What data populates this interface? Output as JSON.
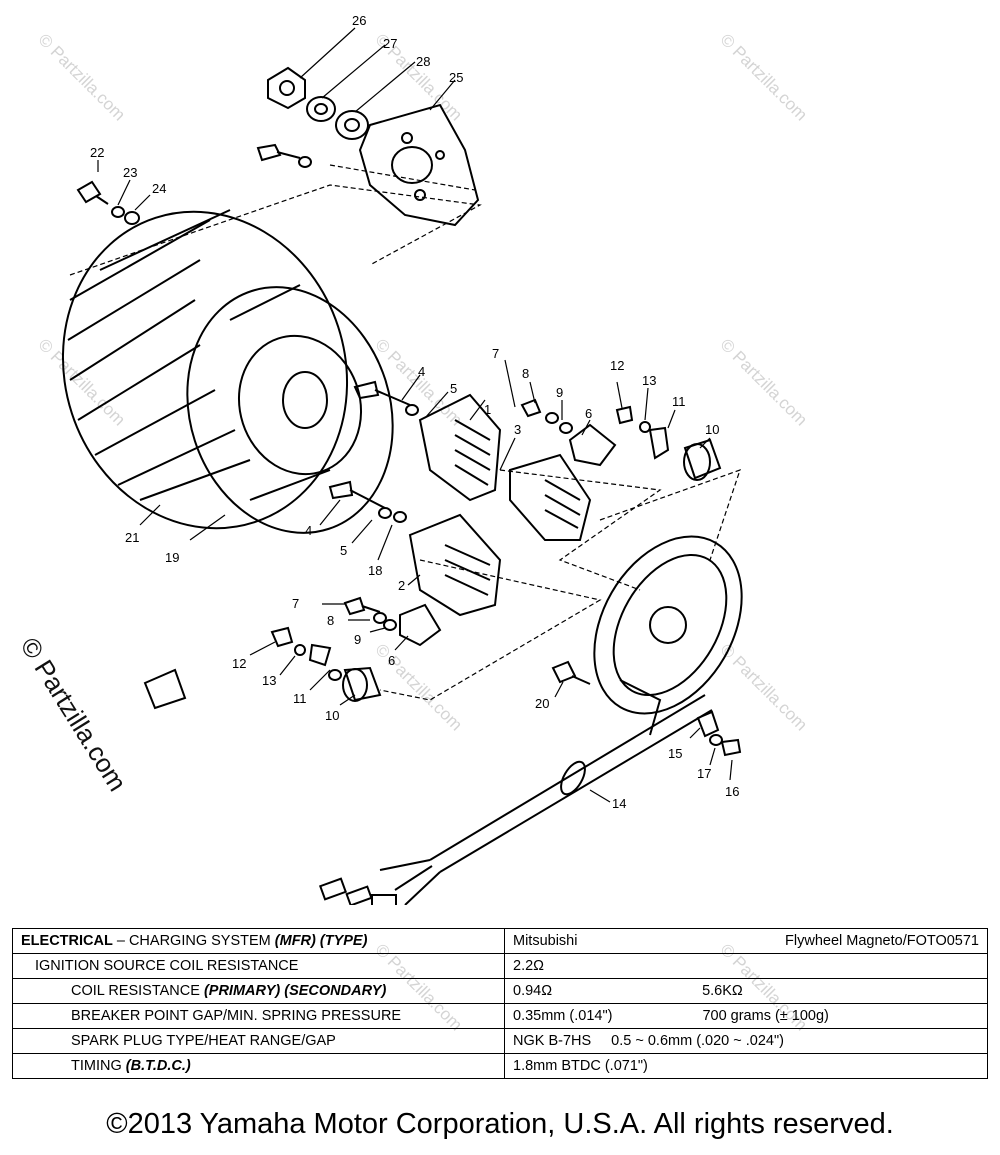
{
  "watermark": "© Partzilla.com",
  "callouts": {
    "c1": "1",
    "c2": "2",
    "c3": "3",
    "c4a": "4",
    "c4b": "4",
    "c5a": "5",
    "c5b": "5",
    "c6a": "6",
    "c6b": "6",
    "c7a": "7",
    "c7b": "7",
    "c8a": "8",
    "c8b": "8",
    "c9a": "9",
    "c9b": "9",
    "c10a": "10",
    "c10b": "10",
    "c11a": "11",
    "c11b": "11",
    "c12a": "12",
    "c12b": "12",
    "c13a": "13",
    "c13b": "13",
    "c14": "14",
    "c15": "15",
    "c16": "16",
    "c17": "17",
    "c18": "18",
    "c19": "19",
    "c20": "20",
    "c21": "21",
    "c22": "22",
    "c23": "23",
    "c24": "24",
    "c25": "25",
    "c26": "26",
    "c27": "27",
    "c28": "28"
  },
  "spec_table": {
    "r1": {
      "label_bold": "ELECTRICAL",
      "label_rest": " – CHARGING SYSTEM ",
      "label_em": "(MFR) (TYPE)",
      "value_a": "Mitsubishi",
      "value_b": "Flywheel Magneto/FOTO0571"
    },
    "r2": {
      "label": "IGNITION SOURCE COIL RESISTANCE",
      "value": "2.2Ω"
    },
    "r3": {
      "label": "COIL RESISTANCE ",
      "label_em": "(PRIMARY) (SECONDARY)",
      "value_a": "0.94Ω",
      "value_b": "5.6KΩ"
    },
    "r4": {
      "label": "BREAKER POINT GAP/MIN. SPRING PRESSURE",
      "value_a": "0.35mm (.014\")",
      "value_b": "700 grams (± 100g)"
    },
    "r5": {
      "label": "SPARK PLUG TYPE/HEAT RANGE/GAP",
      "value_a": "NGK B-7HS",
      "value_b": "0.5 ~ 0.6mm (.020 ~ .024\")"
    },
    "r6": {
      "label": "TIMING ",
      "label_em": "(B.T.D.C.)",
      "value": "1.8mm BTDC (.071\")"
    }
  },
  "copyright": "©2013 Yamaha Motor Corporation, U.S.A. All rights reserved."
}
